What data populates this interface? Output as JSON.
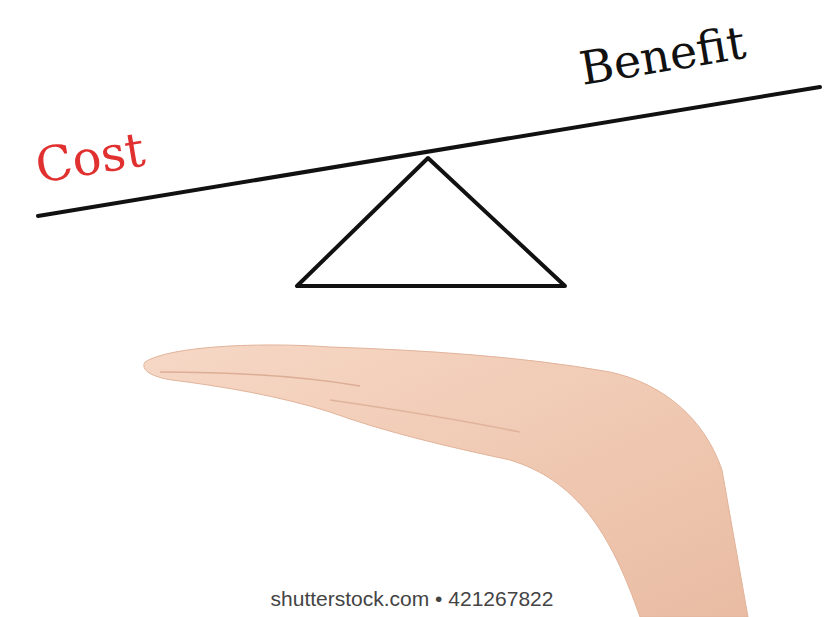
{
  "diagram": {
    "labels": [
      "Cost",
      "Benefit",
      "shutterstock.com • 421267822"
    ]
  }
}
